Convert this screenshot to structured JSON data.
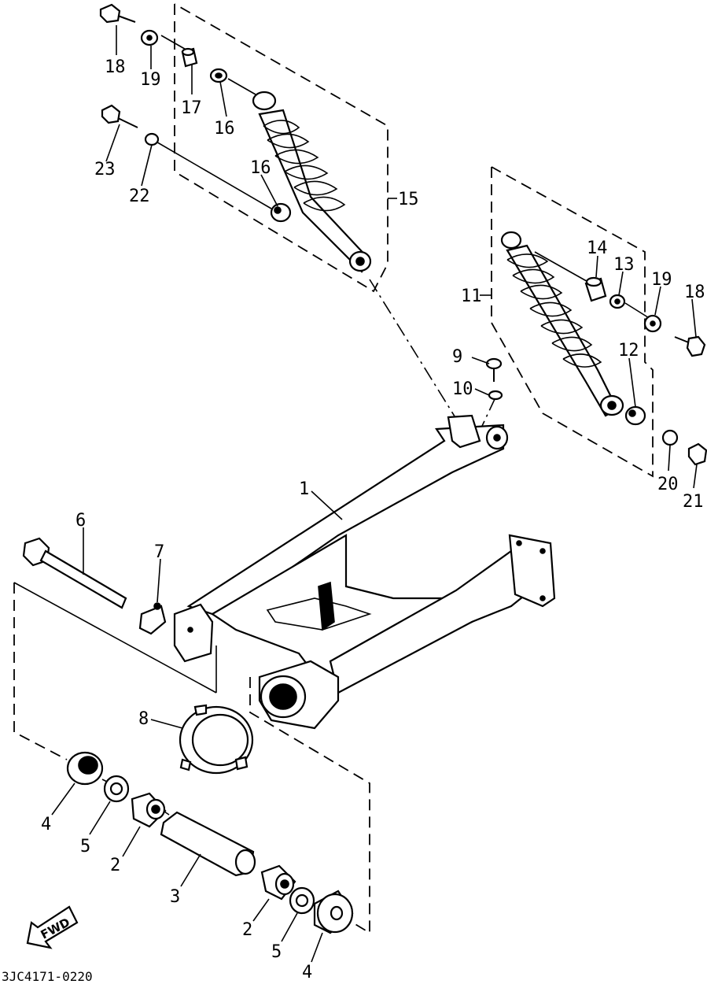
{
  "diagram_code": "3JC4171-0220",
  "direction_marker": "FWD",
  "callouts": {
    "c1": "1",
    "c2a": "2",
    "c2b": "2",
    "c3": "3",
    "c4a": "4",
    "c4b": "4",
    "c5a": "5",
    "c5b": "5",
    "c6": "6",
    "c7": "7",
    "c8": "8",
    "c9": "9",
    "c10": "10",
    "c11": "11",
    "c12": "12",
    "c13": "13",
    "c14": "14",
    "c15": "15",
    "c16a": "16",
    "c16b": "16",
    "c17": "17",
    "c18a": "18",
    "c18b": "18",
    "c19a": "19",
    "c19b": "19",
    "c20": "20",
    "c21": "21",
    "c22": "22",
    "c23": "23"
  }
}
